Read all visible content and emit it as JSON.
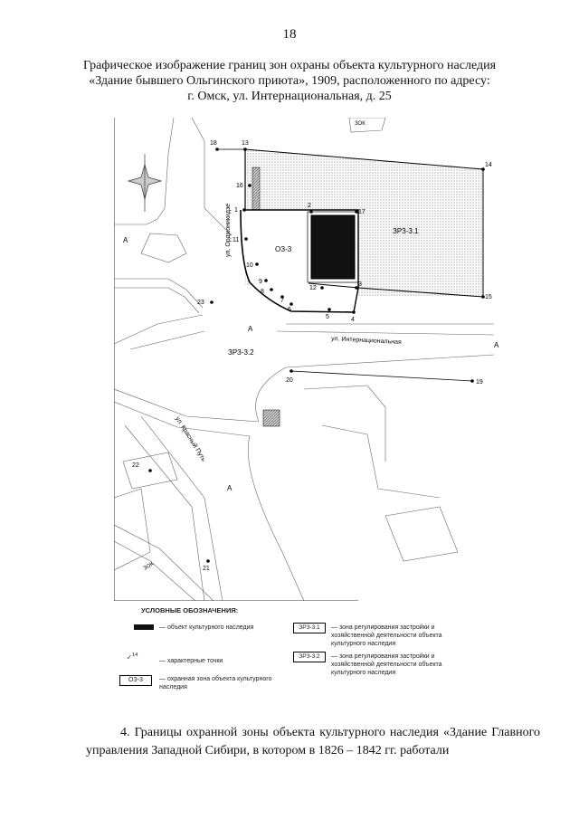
{
  "page": {
    "number": "18"
  },
  "title": {
    "line1": "Графическое изображение границ зон охраны объекта культурного наследия",
    "line2": "«Здание бывшего Ольгинского приюта», 1909, расположенного по адресу:",
    "line3": "г. Омск, ул. Интернациональная, д. 25"
  },
  "map": {
    "points": [
      "1",
      "2",
      "3",
      "4",
      "5",
      "6",
      "7",
      "8",
      "9",
      "10",
      "11",
      "12",
      "13",
      "14",
      "15",
      "16",
      "17",
      "18",
      "19",
      "20",
      "21",
      "22",
      "23"
    ],
    "zones": {
      "oz3": "ОЗ-3",
      "zrz31": "ЗРЗ-3.1",
      "zrz32": "ЗРЗ-3.2",
      "a": "А",
      "zok": "ЗОК"
    },
    "streets": {
      "ordzhonikidze": "ул. Орджоникидзе",
      "internatsionalnaya": "ул. Интернациональная",
      "krasny_put": "ул. Красный Путь"
    }
  },
  "legend": {
    "title": "УСЛОВНЫЕ ОБОЗНАЧЕНИЯ:",
    "object": "— объект культурного наследия",
    "points_sample": "14",
    "points": "— характерные точки",
    "oz_code": "ОЗ-3",
    "oz_text": "— охранная зона объекта культурного наследия",
    "zrz1_code": "ЗРЗ-3.1",
    "zrz1_text": "— зона регулирования застройки и хозяйственной деятельности объекта культурного наследия",
    "zrz2_code": "ЗРЗ-3.2",
    "zrz2_text": "— зона регулирования застройки и хозяйственной деятельности объекта культурного наследия"
  },
  "body": {
    "text": "4. Границы охранной зоны объекта культурного наследия «Здание Главного управления Западной Сибири, в котором в 1826 – 1842 гг. работали"
  }
}
